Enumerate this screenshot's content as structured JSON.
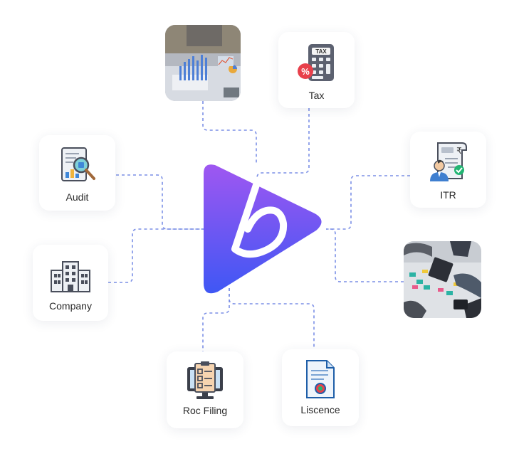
{
  "hub": {
    "logo_icon": "brand-b-play-logo-icon",
    "gradient_top": "#9f57f1",
    "gradient_bottom": "#3f57f4"
  },
  "connector_color": "#7b8fe6",
  "nodes": [
    {
      "id": "tax",
      "label": "Tax",
      "icon": "calculator-tax-icon"
    },
    {
      "id": "audit",
      "label": "Audit",
      "icon": "audit-report-magnifier-icon"
    },
    {
      "id": "itr",
      "label": "ITR",
      "icon": "itr-rupee-document-icon"
    },
    {
      "id": "company",
      "label": "Company",
      "icon": "office-building-icon"
    },
    {
      "id": "roc",
      "label": "Roc Filing",
      "icon": "roc-filing-checklist-monitor-icon"
    },
    {
      "id": "licence",
      "label": "Liscence",
      "icon": "licence-certificate-icon"
    }
  ],
  "photos": [
    {
      "id": "photo-analytics",
      "icon": "analytics-charts-photo"
    },
    {
      "id": "photo-meeting",
      "icon": "team-meeting-photo"
    }
  ]
}
